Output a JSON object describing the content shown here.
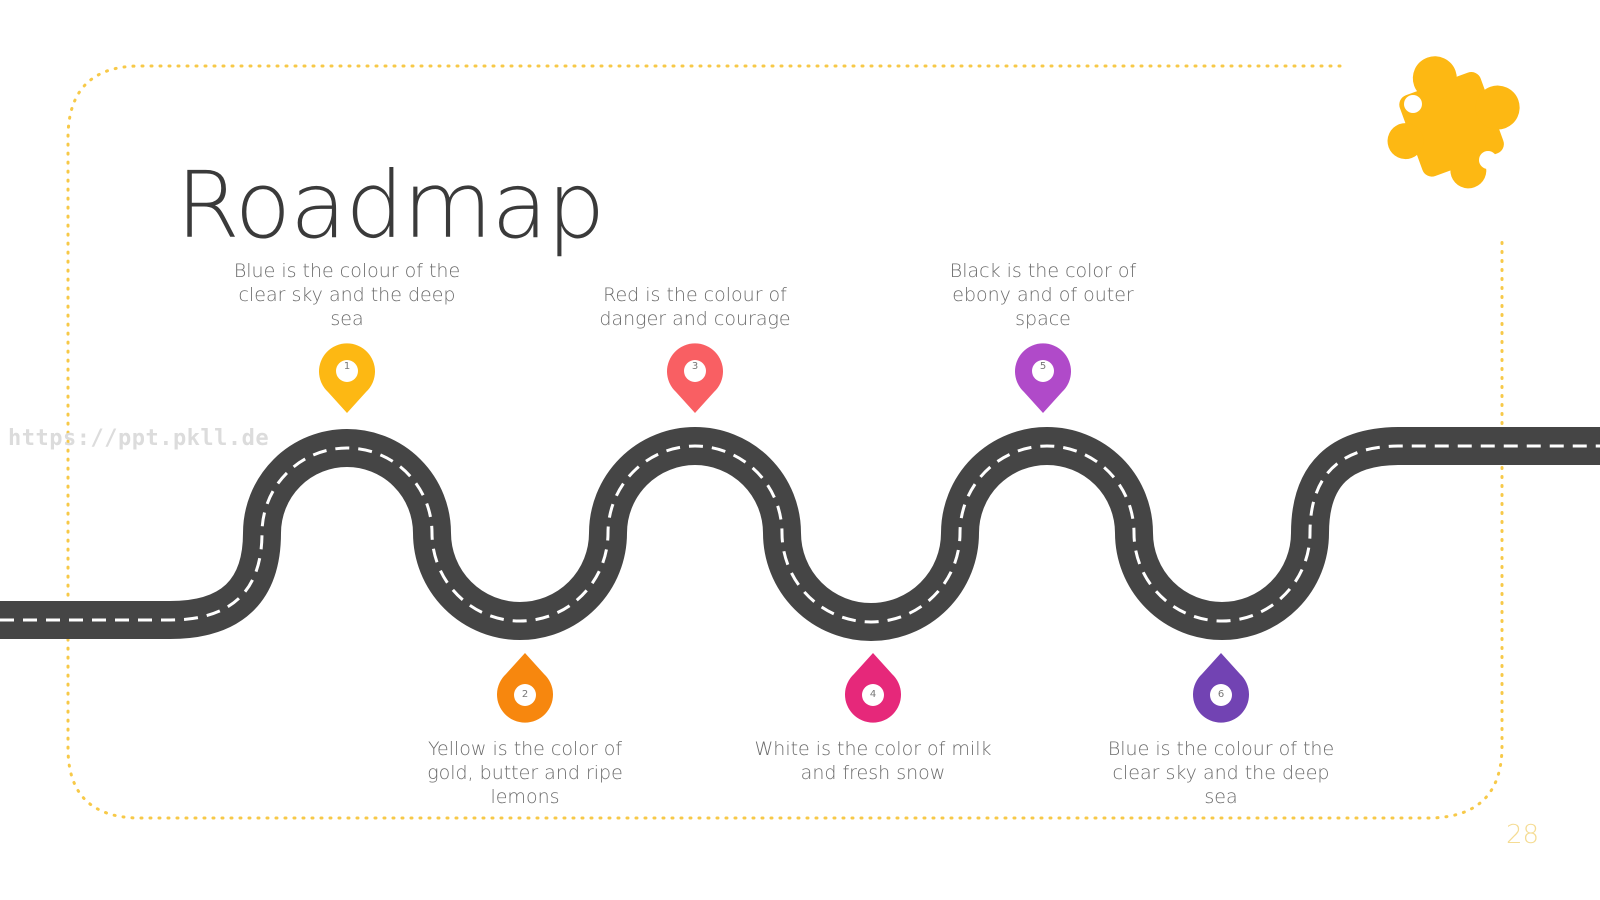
{
  "slide": {
    "title": "Roadmap",
    "watermark": "https://ppt.pkll.de",
    "page_number": "28",
    "colors": {
      "accent": "#FDB813",
      "road": "#454545",
      "road_markings": "#FFFFFF",
      "frame_dots": "#F7C948",
      "text": "#6B6B6B"
    },
    "decoration_icon": "puzzle-piece-icon",
    "milestones": [
      {
        "number": "1",
        "text": "Blue is the colour of the clear sky and the deep sea",
        "color": "#FDB813",
        "position": "above"
      },
      {
        "number": "2",
        "text": "Yellow is the color of gold, butter and ripe lemons",
        "color": "#F7870E",
        "position": "below"
      },
      {
        "number": "3",
        "text": "Red is the colour of danger and courage",
        "color": "#F95F63",
        "position": "above"
      },
      {
        "number": "4",
        "text": "White is the color of milk and fresh snow",
        "color": "#E6287A",
        "position": "below"
      },
      {
        "number": "5",
        "text": "Black is the color of ebony and of outer space",
        "color": "#B04AC9",
        "position": "above"
      },
      {
        "number": "6",
        "text": "Blue is the colour of the clear sky and the deep sea",
        "color": "#7243B3",
        "position": "below"
      }
    ]
  }
}
